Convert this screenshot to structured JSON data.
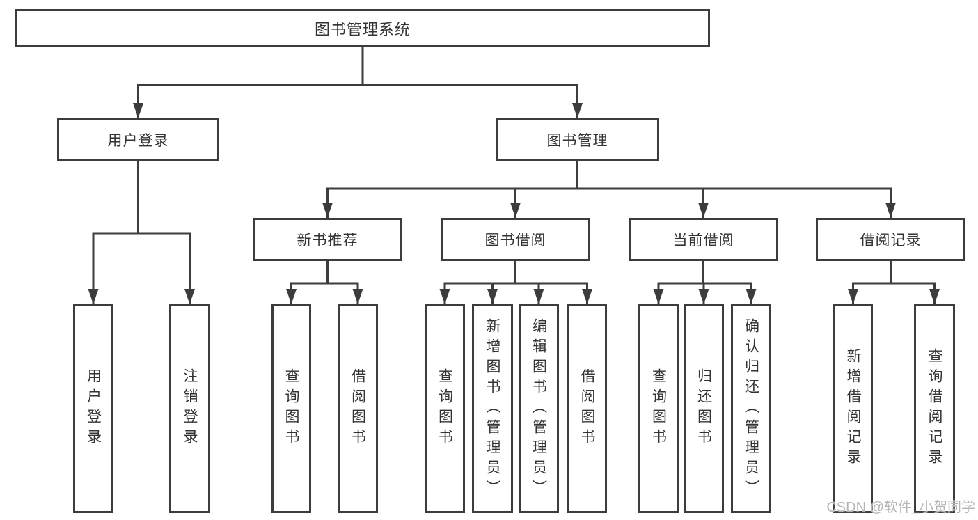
{
  "diagram": {
    "type": "tree-diagram",
    "title": "图书管理系统"
  },
  "nodes": {
    "root": "图书管理系统",
    "user_login": "用户登录",
    "book_mgmt": "图书管理",
    "new_book_rec": "新书推荐",
    "book_borrow": "图书借阅",
    "current_borrow": "当前借阅",
    "borrow_record": "借阅记录",
    "login_user": "用户登录",
    "login_logout": "注销登录",
    "rec_query_book": "查询图书",
    "rec_borrow_book": "借阅图书",
    "bb_query_book": "查询图书",
    "bb_add_book": "新增图书（管理员）",
    "bb_edit_book": "编辑图书（管理员）",
    "bb_borrow_book": "借阅图书",
    "cb_query_book": "查询图书",
    "cb_return_book": "归还图书",
    "cb_confirm_return": "确认归还（管理员）",
    "br_add_record": "新增借阅记录",
    "br_query_record": "查询借阅记录"
  },
  "structure": {
    "root": [
      "user_login",
      "book_mgmt"
    ],
    "user_login": [
      "login_user",
      "login_logout"
    ],
    "book_mgmt": [
      "new_book_rec",
      "book_borrow",
      "current_borrow",
      "borrow_record"
    ],
    "new_book_rec": [
      "rec_query_book",
      "rec_borrow_book"
    ],
    "book_borrow": [
      "bb_query_book",
      "bb_add_book",
      "bb_edit_book",
      "bb_borrow_book"
    ],
    "current_borrow": [
      "cb_query_book",
      "cb_return_book",
      "cb_confirm_return"
    ],
    "borrow_record": [
      "br_add_record",
      "br_query_record"
    ]
  },
  "colors": {
    "line": "#3c3c3c",
    "box_border": "#3c3c3c",
    "text": "#333333",
    "background": "#ffffff",
    "watermark": "#b5b5b5"
  },
  "watermark": "CSDN @软件_小贺同学"
}
